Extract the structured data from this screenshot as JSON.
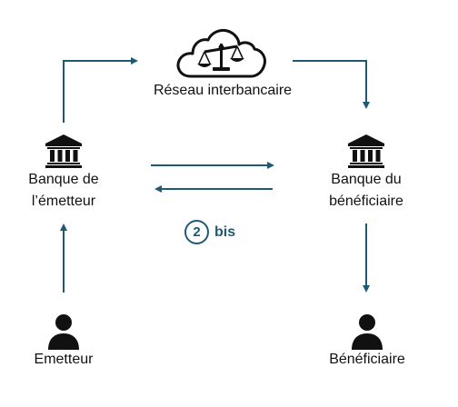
{
  "colors": {
    "arrow": "#1f5a73",
    "icon": "#111111",
    "text": "#111111",
    "accent": "#1f5a73"
  },
  "nodes": {
    "network": {
      "line1": "Réseau interbancaire",
      "icon": "cloud-scale-icon"
    },
    "sender_bank": {
      "line1": "Banque de",
      "line2": "l’émetteur",
      "icon": "bank-icon"
    },
    "beneficiary_bank": {
      "line1": "Banque du",
      "line2": "bénéficiaire",
      "icon": "bank-icon"
    },
    "sender": {
      "line1": "Emetteur",
      "icon": "person-icon"
    },
    "beneficiary": {
      "line1": "Bénéficiaire",
      "icon": "person-icon"
    }
  },
  "step": {
    "number": "2",
    "suffix": "bis"
  }
}
